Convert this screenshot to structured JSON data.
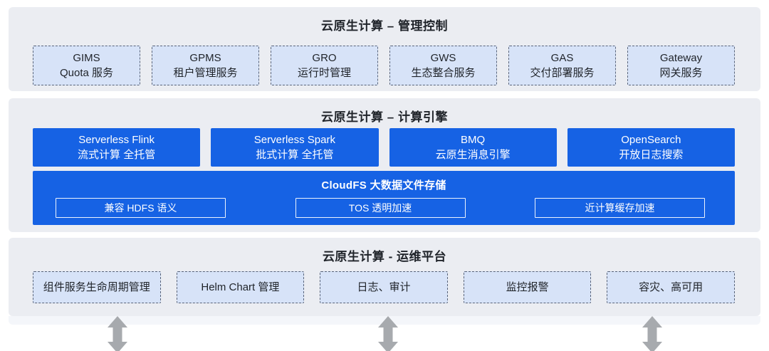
{
  "colors": {
    "section_bg": "#ebedf2",
    "light_box_bg": "#d7e3f8",
    "light_box_border": "#59647a",
    "brand_blue": "#1662e4",
    "title_text": "#1f2329",
    "arrow_gray": "#a7aaae"
  },
  "sections": {
    "management": {
      "title": "云原生计算 – 管理控制",
      "boxes": [
        {
          "line1": "GIMS",
          "line2": "Quota 服务"
        },
        {
          "line1": "GPMS",
          "line2": "租户管理服务"
        },
        {
          "line1": "GRO",
          "line2": "运行时管理"
        },
        {
          "line1": "GWS",
          "line2": "生态整合服务"
        },
        {
          "line1": "GAS",
          "line2": "交付部署服务"
        },
        {
          "line1": "Gateway",
          "line2": "网关服务"
        }
      ]
    },
    "compute": {
      "title": "云原生计算 – 计算引擎",
      "engines": [
        {
          "line1": "Serverless Flink",
          "line2": "流式计算 全托管"
        },
        {
          "line1": "Serverless Spark",
          "line2": "批式计算 全托管"
        },
        {
          "line1": "BMQ",
          "line2": "云原生消息引擎"
        },
        {
          "line1": "OpenSearch",
          "line2": "开放日志搜索"
        }
      ],
      "cloudfs": {
        "title": "CloudFS 大数据文件存储",
        "features": [
          "兼容 HDFS 语义",
          "TOS 透明加速",
          "近计算缓存加速"
        ]
      }
    },
    "ops": {
      "title": "云原生计算 - 运维平台",
      "boxes": [
        "组件服务生命周期管理",
        "Helm Chart 管理",
        "日志、审计",
        "监控报警",
        "容灾、高可用"
      ]
    }
  }
}
